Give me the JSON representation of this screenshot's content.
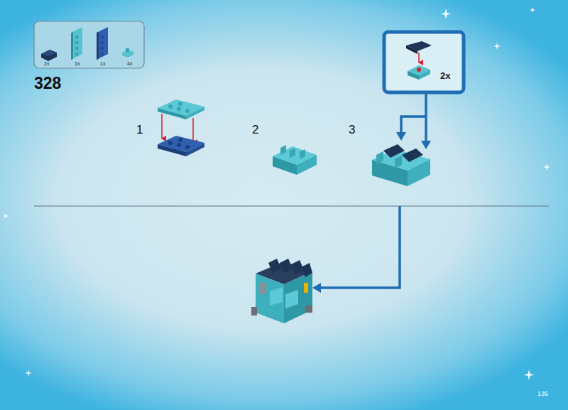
{
  "diagram": {
    "nodes": [
      {
        "text": [
          "2x",
          "1x",
          "1x",
          "4x"
        ]
      },
      {
        "text": [
          "2x"
        ]
      }
    ],
    "labels": [
      "328",
      "1",
      "2",
      "3",
      "135"
    ]
  }
}
